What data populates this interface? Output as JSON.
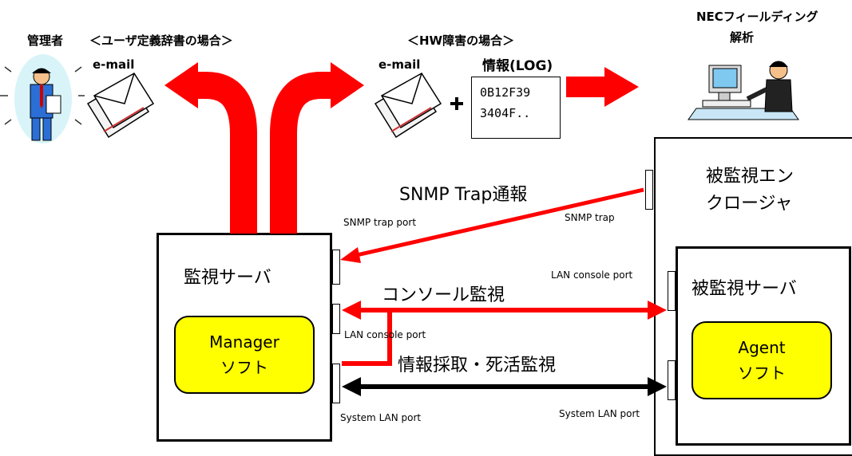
{
  "top": {
    "admin_label": "管理者",
    "user_dict_heading": "＜ユーザ定義辞書の場合＞",
    "email_left": "e-mail",
    "hw_heading": "＜HW障害の場合＞",
    "email_right": "e-mail",
    "info_log_label": "情報(LOG)",
    "log_lines": [
      "0B12F39",
      "3404F.."
    ],
    "plus": "+",
    "nec_label_line1": "NECフィールディング",
    "nec_label_line2": "解析"
  },
  "enclosure": {
    "title_line1": "被監視エン",
    "title_line2": "クロージャ"
  },
  "manager_server": {
    "title": "監視サーバ",
    "software_line1": "Manager",
    "software_line2": "ソフト"
  },
  "agent_server": {
    "title": "被監視サーバ",
    "software_line1": "Agent",
    "software_line2": "ソフト"
  },
  "flows": {
    "snmp_trap_notice": "SNMP Trap通報",
    "console_monitoring": "コンソール監視",
    "info_alive_monitoring": "情報採取・死活監視"
  },
  "ports": {
    "snmp_trap_port": "SNMP trap port",
    "snmp_trap": "SNMP trap",
    "lan_console_port_agent": "LAN console port",
    "lan_console_port_manager": "LAN console port",
    "system_lan_port_manager": "System LAN port",
    "system_lan_port_agent": "System LAN port"
  },
  "colors": {
    "arrow_red": "#ff0000",
    "software_yellow": "#ffff00",
    "line_black": "#000000"
  }
}
